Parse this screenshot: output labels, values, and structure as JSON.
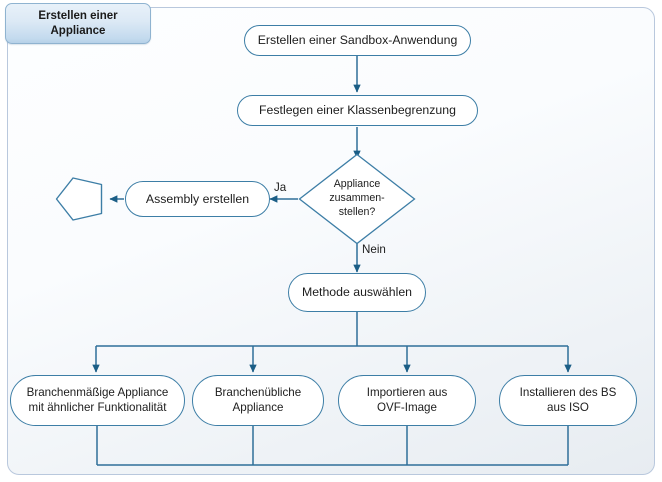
{
  "diagram": {
    "type": "activity-flowchart",
    "language": "de",
    "frame_title": "Erstellen einer\nAppliance",
    "accent_color": "#3d7ea6",
    "frame_border_color": "#b9c8dd",
    "tab_border_color": "#8fb3d0",
    "node_fill": "#ffffff",
    "text_color": "#1d1d1d"
  },
  "nodes": {
    "start_sandbox": {
      "label": "Erstellen einer Sandbox-Anwendung"
    },
    "class_bound": {
      "label": "Festlegen einer Klassenbegrenzung"
    },
    "decision": {
      "label": "Appliance\nzusammen-\nstellen?"
    },
    "assembly": {
      "label": "Assembly erstellen"
    },
    "final": {
      "label": ""
    },
    "method": {
      "label": "Methode auswählen"
    },
    "branch1": {
      "label": "Branchenmäßige Appliance\nmit ähnlicher Funktionalität"
    },
    "branch2": {
      "label": "Branchenübliche\nAppliance"
    },
    "branch3": {
      "label": "Importieren aus\nOVF-Image"
    },
    "branch4": {
      "label": "Installieren des BS\naus ISO"
    }
  },
  "edge_labels": {
    "yes": "Ja",
    "no": "Nein"
  }
}
